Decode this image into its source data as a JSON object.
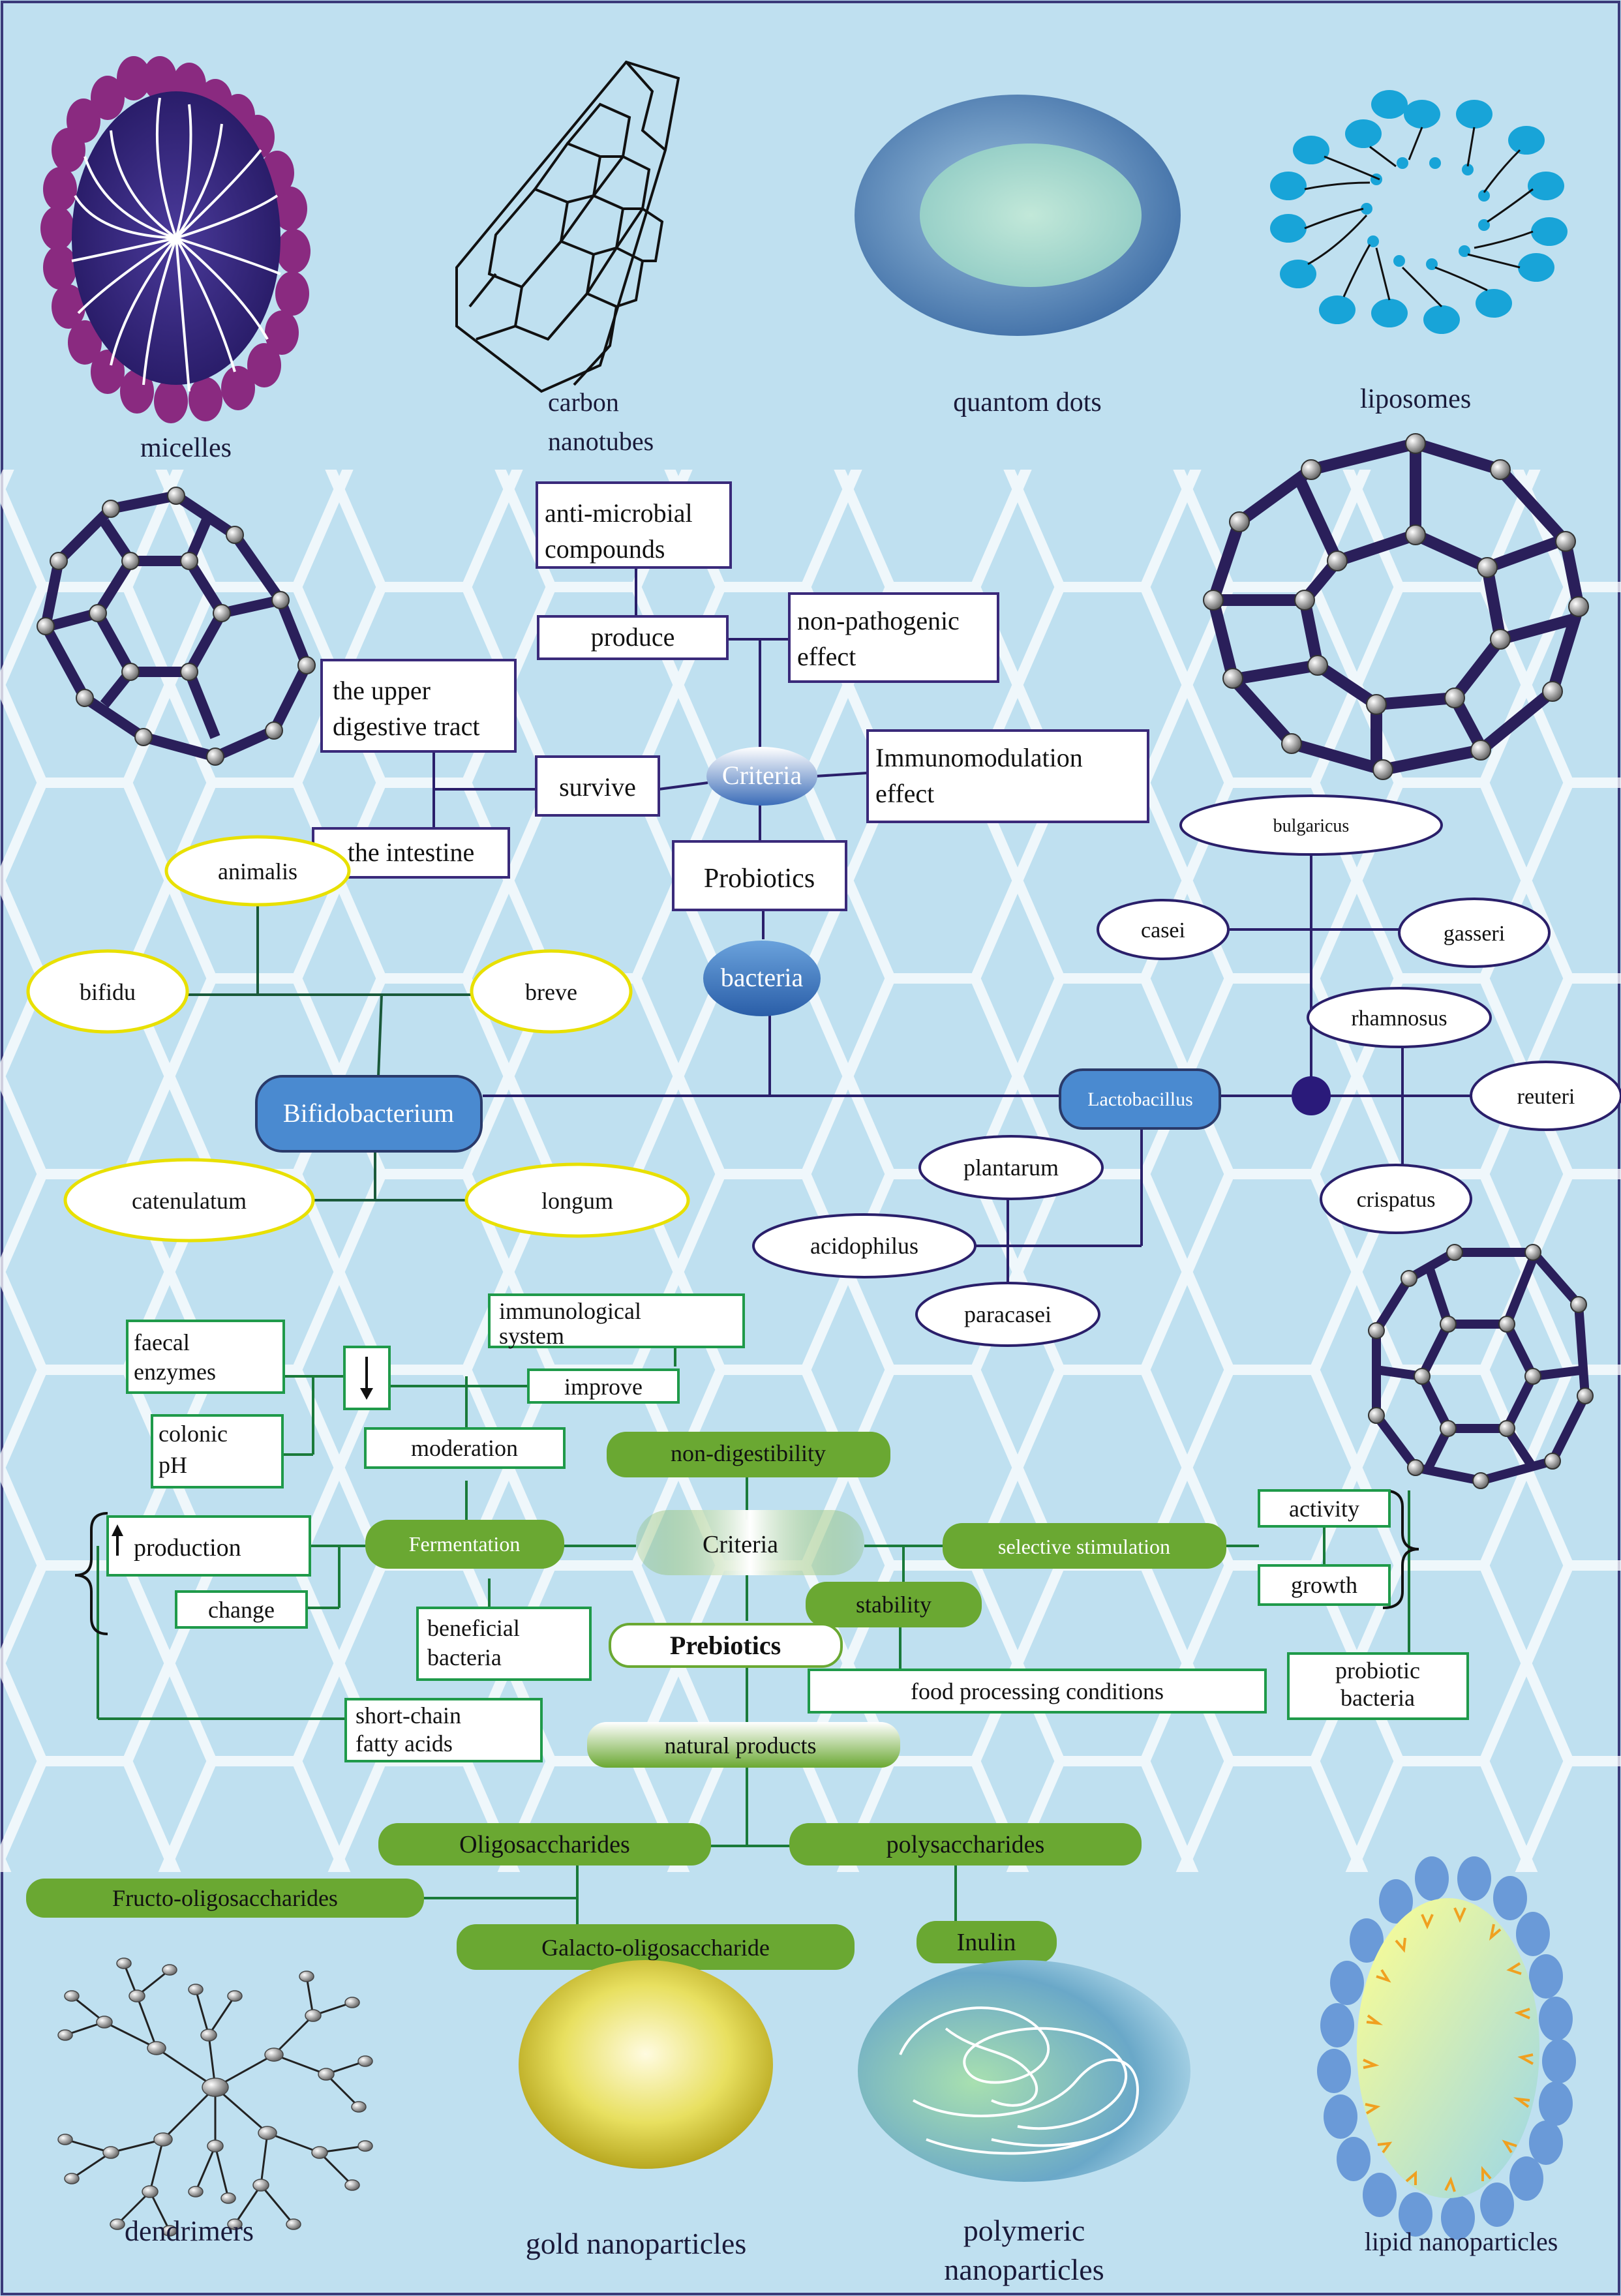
{
  "nanocarriers": {
    "micelles": "micelles",
    "carbon_nanotubes": [
      "carbon",
      "nanotubes"
    ],
    "quantum_dots": "quantom dots",
    "liposomes": "liposomes",
    "dendrimers": "dendrimers",
    "gold_nanoparticles": "gold nanoparticles",
    "polymeric_nanoparticles": [
      "polymeric",
      "nanoparticles"
    ],
    "lipid_nanoparticles": "lipid nanoparticles"
  },
  "probiotics": {
    "criteria": "Criteria",
    "probiotics": "Probiotics",
    "bacteria": "bacteria",
    "anti_microbial": [
      "anti-microbial",
      "compounds"
    ],
    "produce": "produce",
    "non_pathogenic": [
      "non-pathogenic",
      "effect"
    ],
    "upper_digestive": [
      "the upper",
      "digestive tract"
    ],
    "survive": "survive",
    "intestine": "the intestine",
    "immunomodulation": [
      "Immunomodulation",
      "effect"
    ],
    "bifidobacterium": "Bifidobacterium",
    "lactobacillus": "Lactobacillus",
    "bifido_species": {
      "animalis": "animalis",
      "bifidu": "bifidu",
      "breve": "breve",
      "catenulatum": "catenulatum",
      "longum": "longum"
    },
    "lacto_species": {
      "bulgaricus": "bulgaricus",
      "casei": "casei",
      "gasseri": "gasseri",
      "rhamnosus": "rhamnosus",
      "reuteri": "reuteri",
      "crispatus": "crispatus",
      "plantarum": "plantarum",
      "acidophilus": "acidophilus",
      "paracasei": "paracasei"
    }
  },
  "prebiotics": {
    "faecal_enzymes": [
      "faecal",
      "enzymes"
    ],
    "colonic_ph": [
      "colonic",
      "pH"
    ],
    "immunological_system": [
      "immunological",
      "system"
    ],
    "improve": "improve",
    "moderation": "moderation",
    "non_digestibility": "non-digestibility",
    "production": "production",
    "fermentation": "Fermentation",
    "criteria": "Criteria",
    "selective_stimulation": "selective stimulation",
    "activity": "activity",
    "growth": "growth",
    "change": "change",
    "stability": "stability",
    "beneficial_bacteria": [
      "beneficial",
      "bacteria"
    ],
    "prebiotics": "Prebiotics",
    "food_processing": "food processing conditions",
    "probiotic_bacteria": [
      "probiotic",
      "bacteria"
    ],
    "short_chain": [
      "short-chain",
      "fatty acids"
    ],
    "natural_products": "natural products",
    "oligosaccharides": "Oligosaccharides",
    "polysaccharides": "polysaccharides",
    "fructo": "Fructo-oligosaccharides",
    "galacto": "Galacto-oligosaccharide",
    "inulin": "Inulin"
  },
  "colors": {
    "background": "#bfe0f0",
    "probiotic_box": "#3a2a7a",
    "prebiotic_box": "#1f9a4a",
    "prebiotic_pill": "#6aa832",
    "bifido_ellipse": "#e8e000",
    "lacto_ellipse": "#2a1f6a"
  }
}
